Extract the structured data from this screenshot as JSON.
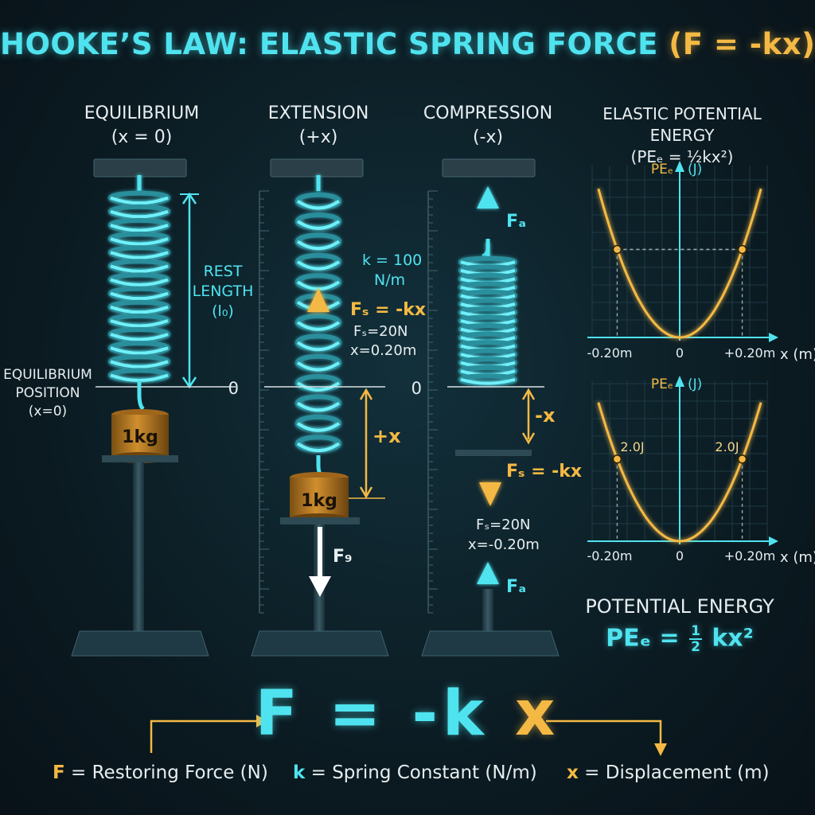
{
  "title": {
    "part1": "HOOKE’S LAW:",
    "part2": "ELASTIC SPRING FORCE",
    "part3": "(F = -kx)"
  },
  "panels": {
    "equilibrium": {
      "line1": "EQUILIBRIUM",
      "line2": "(x = 0)"
    },
    "extension": {
      "line1": "EXTENSION",
      "line2": "(+x)"
    },
    "compression": {
      "line1": "COMPRESSION",
      "line2": "(-x)"
    },
    "energy": {
      "line1": "ELASTIC POTENTIAL ENERGY",
      "line2": "(PEₑ = ½kx²)"
    }
  },
  "labels": {
    "rest_length_1": "REST",
    "rest_length_2": "LENGTH",
    "rest_length_3": "(l₀)",
    "eq_pos_1": "EQUILIBRIUM",
    "eq_pos_2": "POSITION",
    "eq_pos_3": "(x=0)",
    "zero": "0",
    "mass": "1kg",
    "k_value_1": "k = 100",
    "k_value_2": "N/m",
    "fs_formula": "Fₛ = -kx",
    "fs_value": "Fₛ=20N",
    "x_value_pos": "x=0.20m",
    "x_value_neg": "x=-0.20m",
    "plus_x": "+x",
    "minus_x": "-x",
    "fg": "F₉",
    "fa": "Fₐ"
  },
  "charts": {
    "y_label": "PEₑ (J)",
    "x_label": "x (m)",
    "x_ticks": [
      "-0.20m",
      "0",
      "+0.20m"
    ],
    "point_label": "2.0J"
  },
  "chart_data": [
    {
      "type": "line",
      "title": "",
      "xlabel": "x (m)",
      "ylabel": "PEₑ (J)",
      "x": [
        -0.26,
        -0.2,
        -0.1,
        0,
        0.1,
        0.2,
        0.26
      ],
      "series": [
        {
          "values": [
            3.38,
            2.0,
            0.5,
            0,
            0.5,
            2.0,
            3.38
          ]
        }
      ],
      "xlim": [
        -0.28,
        0.28
      ],
      "ylim": [
        0,
        3.8
      ],
      "marked_points": [
        [
          -0.2,
          2.0
        ],
        [
          0.2,
          2.0
        ]
      ]
    },
    {
      "type": "line",
      "title": "",
      "xlabel": "x (m)",
      "ylabel": "PEₑ (J)",
      "x": [
        -0.26,
        -0.2,
        -0.1,
        0,
        0.1,
        0.2,
        0.26
      ],
      "series": [
        {
          "values": [
            3.38,
            2.0,
            0.5,
            0,
            0.5,
            2.0,
            3.38
          ]
        }
      ],
      "xlim": [
        -0.28,
        0.28
      ],
      "ylim": [
        0,
        3.8
      ],
      "marked_points": [
        [
          -0.2,
          2.0
        ],
        [
          0.2,
          2.0
        ]
      ],
      "point_labels": [
        "2.0J",
        "2.0J"
      ]
    }
  ],
  "potential_energy": {
    "title": "POTENTIAL ENERGY",
    "lhs": "PEₑ =",
    "num": "1",
    "den": "2",
    "rhs": "kx²"
  },
  "formula": {
    "f": "F",
    "eq": "=",
    "k": "-k",
    "x": "x"
  },
  "legend": {
    "f_sym": "F",
    "f_text": "= Restoring Force (N)",
    "k_sym": "k",
    "k_text": "= Spring Constant (N/m)",
    "x_sym": "x",
    "x_text": "= Displacement (m)"
  },
  "colors": {
    "cyan": "#4fe3ef",
    "gold": "#f4b944",
    "background": "#0d1b22"
  }
}
